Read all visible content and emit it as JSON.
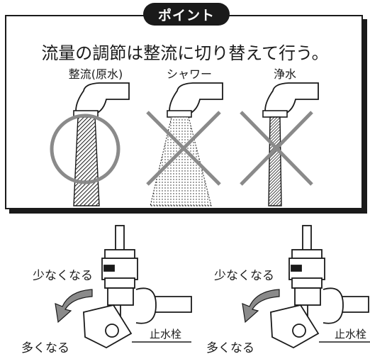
{
  "point": {
    "badge": "ポイント",
    "instruction": "流量の調節は整流に切り替えて行う。"
  },
  "flow_modes": [
    {
      "label": "整流(原水)",
      "mark": "circle-mark"
    },
    {
      "label": "シャワー",
      "mark": "cross-mark"
    },
    {
      "label": "浄水",
      "mark": "cross-mark"
    }
  ],
  "valves": [
    {
      "less_label": "少なくなる",
      "more_label": "多くなる",
      "valve_label": "止水栓"
    },
    {
      "less_label": "少なくなる",
      "more_label": "多くなる",
      "valve_label": "止水栓"
    }
  ]
}
